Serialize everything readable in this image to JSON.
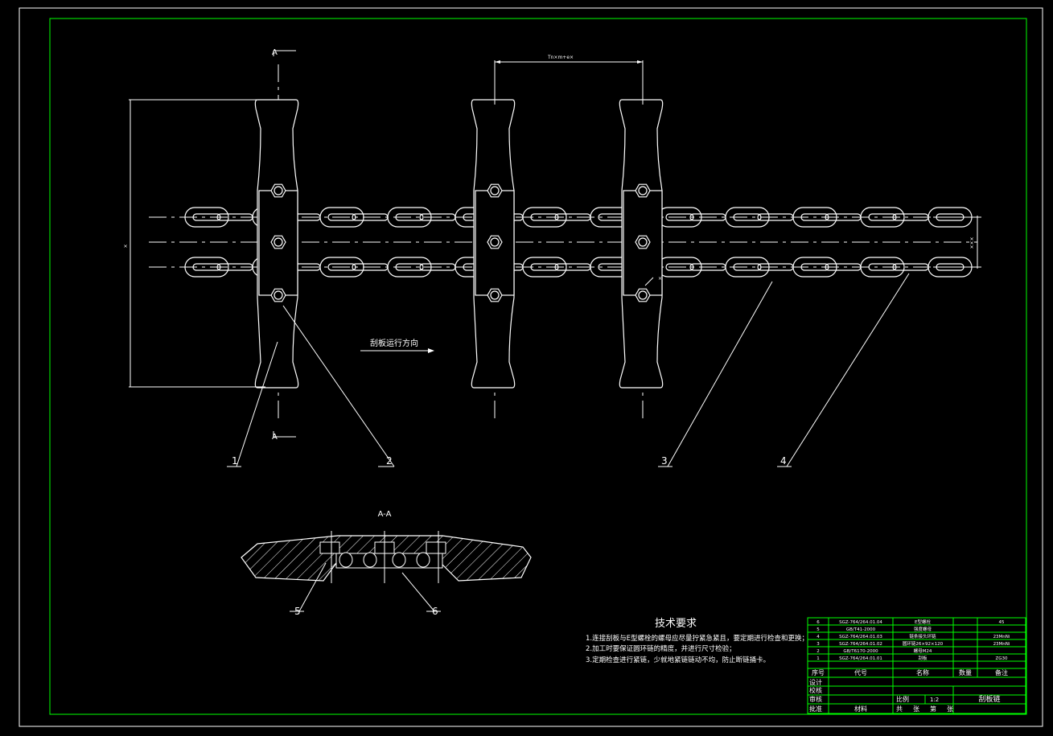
{
  "colors": {
    "background": "#000000",
    "outer_frame": "#ffffff",
    "inner_frame": "#00ff00",
    "lines": "#ffffff",
    "hatch": "#ffffff"
  },
  "section_marks": {
    "top": "A",
    "bottom": "A"
  },
  "dimensions": {
    "pitch": "Tn×m+e×",
    "height": "×",
    "chain_spacing": "×××",
    "hole": "×"
  },
  "direction_label": "刮板运行方向",
  "leaders": [
    "1",
    "2",
    "3",
    "4"
  ],
  "section_view": {
    "title": "A-A",
    "leaders": [
      "5",
      "6"
    ]
  },
  "tech_requirements": {
    "title": "技术要求",
    "items": [
      "1.连接刮板与E型螺栓的螺母应尽量拧紧急紧且，要定期进行检查和更换；",
      "2.加工时要保证圆环链的精度，并进行尺寸检验；",
      "3.定期检查进行紧链，少就地紧链链动不均，防止断链捅卡。"
    ]
  },
  "bom": {
    "rows": [
      {
        "no": "6",
        "code": "SGZ-764/264.01.04",
        "name": "E型螺栓",
        "qty": "",
        "note": "45"
      },
      {
        "no": "5",
        "code": "GB/T41-2000",
        "name": "强度螺母",
        "qty": "",
        "note": ""
      },
      {
        "no": "4",
        "code": "SGZ-764/264.01.03",
        "name": "链条接头环链",
        "qty": "",
        "note": "23MnNi"
      },
      {
        "no": "3",
        "code": "SGZ-764/264.01.02",
        "name": "圆环链26×92×120",
        "qty": "",
        "note": "23MnNi"
      },
      {
        "no": "2",
        "code": "GB/T6170-2000",
        "name": "螺母M24",
        "qty": "",
        "note": ""
      },
      {
        "no": "1",
        "code": "SGZ-764/264.01.01",
        "name": "刮板",
        "qty": "",
        "note": "ZG30"
      }
    ],
    "header": {
      "no": "序号",
      "code": "代号",
      "name": "名称",
      "qty": "数量",
      "note": "备注"
    }
  },
  "title_block": {
    "roles": [
      "设计",
      "校核",
      "审核",
      "批准"
    ],
    "scale_label": "比例",
    "scale_value": "1:2",
    "drawing_name": "刮板链",
    "sheet_total": "共",
    "sheet_unit": "张",
    "sheet_no": "第",
    "sheet_unit2": "张",
    "material_label": "材料"
  }
}
